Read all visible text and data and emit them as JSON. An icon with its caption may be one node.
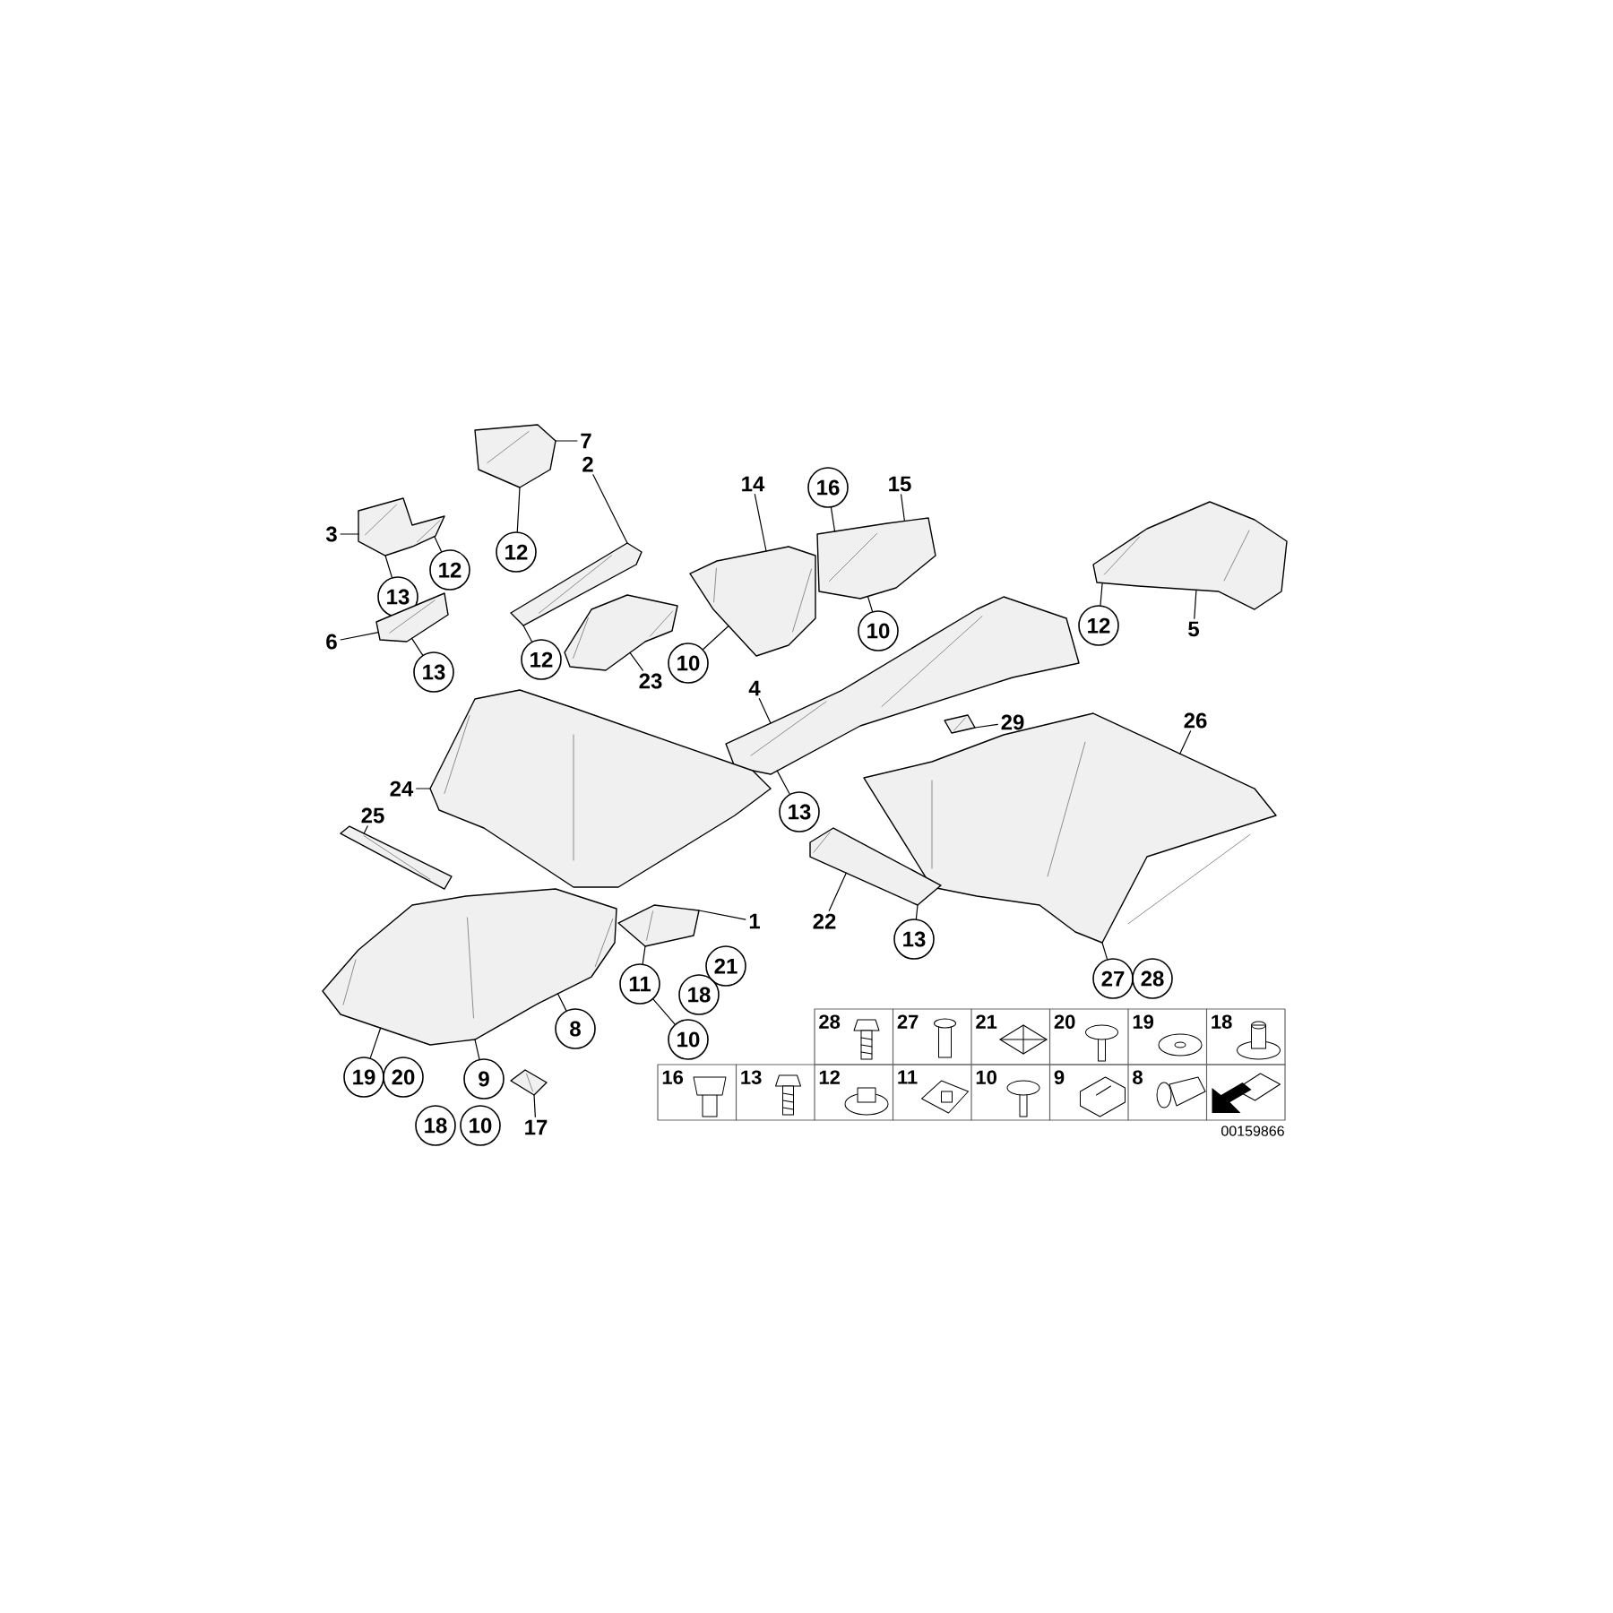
{
  "diagram": {
    "nodes": [
      {
        "text": [
          "7"
        ]
      },
      {
        "text": [],
        "shape": "picture"
      },
      {
        "text": [
          "2"
        ]
      },
      {
        "text": [
          "3"
        ]
      },
      {
        "text": [],
        "shape": "picture"
      },
      {
        "text": [
          "12"
        ]
      },
      {
        "text": [
          "12"
        ]
      },
      {
        "text": [],
        "shape": "picture"
      },
      {
        "text": [
          "13"
        ]
      },
      {
        "text": [
          "6"
        ]
      },
      {
        "text": [],
        "shape": "picture"
      },
      {
        "text": [
          "13"
        ]
      },
      {
        "text": [
          "12"
        ]
      },
      {
        "text": [],
        "shape": "picture"
      },
      {
        "text": [
          "23"
        ]
      },
      {
        "text": [
          "14"
        ]
      },
      {
        "text": [
          "16"
        ]
      },
      {
        "text": [
          "15"
        ]
      },
      {
        "text": [],
        "shape": "picture"
      },
      {
        "text": [],
        "shape": "picture"
      },
      {
        "text": [
          "10"
        ]
      },
      {
        "text": [
          "10"
        ]
      },
      {
        "text": [],
        "shape": "picture"
      },
      {
        "text": [
          "12"
        ]
      },
      {
        "text": [
          "5"
        ]
      },
      {
        "text": [
          "4"
        ]
      },
      {
        "text": [],
        "shape": "picture"
      },
      {
        "text": [],
        "shape": "picture"
      },
      {
        "text": [
          "29"
        ]
      },
      {
        "text": [
          "26"
        ]
      },
      {
        "text": [],
        "shape": "picture"
      },
      {
        "text": [],
        "shape": "picture"
      },
      {
        "text": [
          "24"
        ]
      },
      {
        "text": [
          "13"
        ]
      },
      {
        "text": [
          "25"
        ]
      },
      {
        "text": [],
        "shape": "picture"
      },
      {
        "text": [],
        "shape": "picture"
      },
      {
        "text": [],
        "shape": "picture"
      },
      {
        "text": [
          "1"
        ]
      },
      {
        "text": [
          "22"
        ]
      },
      {
        "text": [
          "13"
        ]
      },
      {
        "text": [],
        "shape": "picture"
      },
      {
        "text": [
          "21"
        ]
      },
      {
        "text": [
          "11"
        ]
      },
      {
        "text": [
          "18"
        ]
      },
      {
        "text": [
          "27"
        ]
      },
      {
        "text": [
          "28"
        ]
      },
      {
        "text": [
          "8"
        ]
      },
      {
        "text": [
          "10"
        ]
      },
      {
        "text": [
          "19"
        ]
      },
      {
        "text": [
          "20"
        ]
      },
      {
        "text": [
          "9"
        ]
      },
      {
        "text": [],
        "shape": "picture"
      },
      {
        "text": [
          "18"
        ]
      },
      {
        "text": [
          "10"
        ]
      },
      {
        "text": [
          "17"
        ]
      }
    ],
    "edges": [
      {
        "from": 0,
        "to": 1,
        "arrow": "none"
      },
      {
        "from": 2,
        "to": 7,
        "arrow": "none"
      },
      {
        "from": 3,
        "to": 4,
        "arrow": "none"
      },
      {
        "from": 5,
        "to": 4,
        "arrow": "none"
      },
      {
        "from": 6,
        "to": 1,
        "arrow": "none"
      },
      {
        "from": 8,
        "to": 4,
        "arrow": "none"
      },
      {
        "from": 9,
        "to": 10,
        "arrow": "none"
      },
      {
        "from": 11,
        "to": 10,
        "arrow": "none"
      },
      {
        "from": 12,
        "to": 7,
        "arrow": "none"
      },
      {
        "from": 14,
        "to": 13,
        "arrow": "none"
      },
      {
        "from": 15,
        "to": 18,
        "arrow": "none"
      },
      {
        "from": 16,
        "to": 19,
        "arrow": "none"
      },
      {
        "from": 17,
        "to": 19,
        "arrow": "none"
      },
      {
        "from": 20,
        "to": 18,
        "arrow": "none"
      },
      {
        "from": 21,
        "to": 19,
        "arrow": "none"
      },
      {
        "from": 23,
        "to": 22,
        "arrow": "none"
      },
      {
        "from": 24,
        "to": 22,
        "arrow": "none"
      },
      {
        "from": 25,
        "to": 26,
        "arrow": "none"
      },
      {
        "from": 28,
        "to": 27,
        "arrow": "none"
      },
      {
        "from": 29,
        "to": 30,
        "arrow": "none"
      },
      {
        "from": 32,
        "to": 31,
        "arrow": "none"
      },
      {
        "from": 33,
        "to": 26,
        "arrow": "none"
      },
      {
        "from": 34,
        "to": 35,
        "arrow": "none"
      },
      {
        "from": 38,
        "to": 37,
        "arrow": "none"
      },
      {
        "from": 39,
        "to": 36,
        "arrow": "none"
      },
      {
        "from": 40,
        "to": 36,
        "arrow": "none"
      },
      {
        "from": 43,
        "to": 37,
        "arrow": "none"
      },
      {
        "from": 48,
        "to": 43,
        "arrow": "none"
      },
      {
        "from": 45,
        "to": 30,
        "arrow": "none"
      },
      {
        "from": 47,
        "to": 41,
        "arrow": "none"
      },
      {
        "from": 49,
        "to": 41,
        "arrow": "none"
      },
      {
        "from": 51,
        "to": 41,
        "arrow": "none"
      },
      {
        "from": 55,
        "to": 52,
        "arrow": "none"
      }
    ],
    "labels": [
      "28",
      "27",
      "21",
      "20",
      "19",
      "18",
      "16",
      "13",
      "12",
      "11",
      "10",
      "9",
      "8",
      "00159866"
    ]
  }
}
